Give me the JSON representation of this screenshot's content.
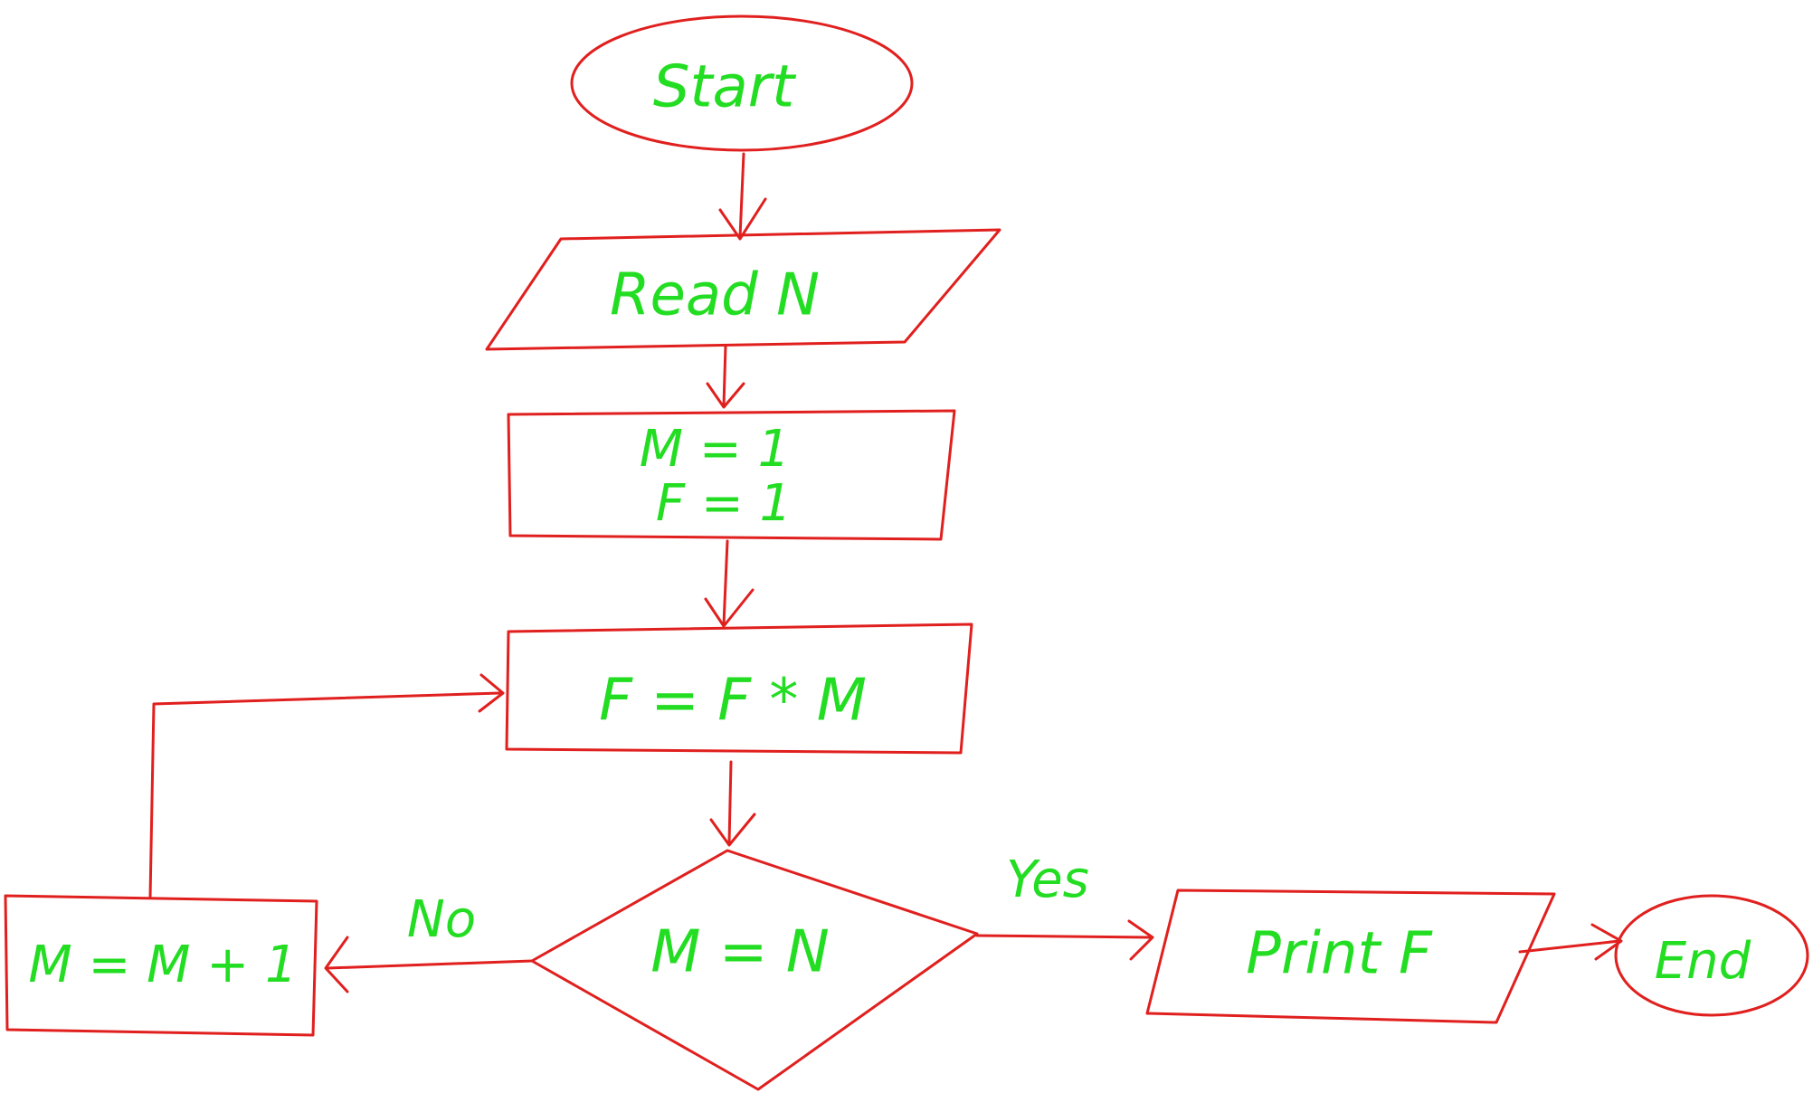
{
  "colors": {
    "stroke": "#e0201e",
    "text": "#22dd22"
  },
  "nodes": {
    "start": {
      "text": "Start"
    },
    "read": {
      "text": "Read N"
    },
    "init": {
      "line1": "M = 1",
      "line2": "F = 1"
    },
    "multiply": {
      "text": "F = F * M"
    },
    "decision": {
      "text": "M = N"
    },
    "increment": {
      "text": "M = M + 1"
    },
    "print": {
      "text": "Print F"
    },
    "end": {
      "text": "End"
    }
  },
  "edges": {
    "no_label": "No",
    "yes_label": "Yes"
  }
}
